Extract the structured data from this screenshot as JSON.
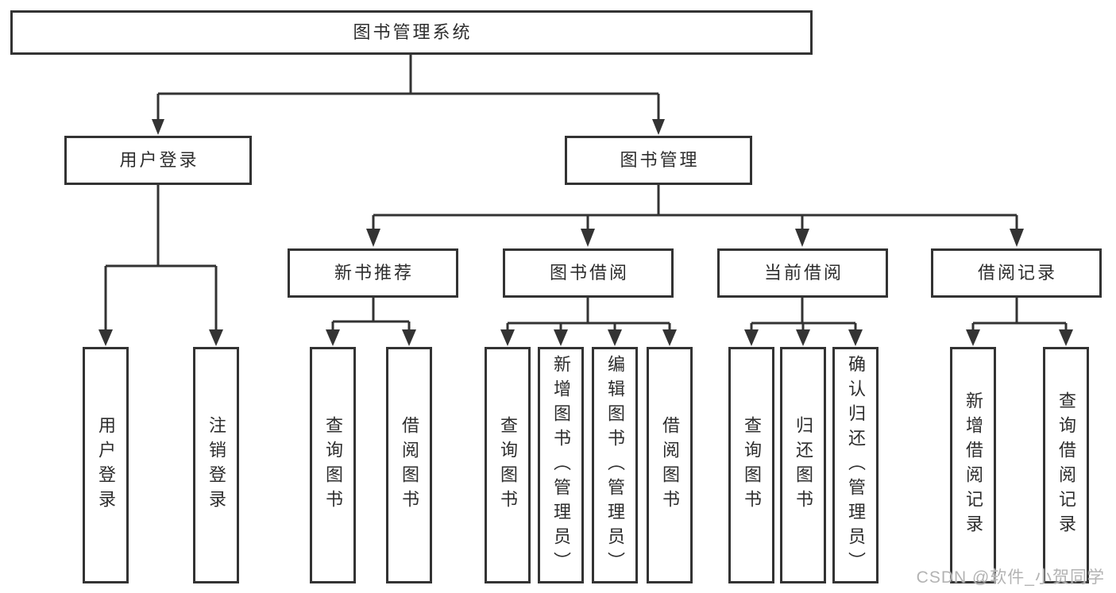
{
  "tree": {
    "label": "图书管理系统",
    "children": [
      {
        "label": "用户登录",
        "children": [
          {
            "label": "用户登录"
          },
          {
            "label": "注销登录"
          }
        ]
      },
      {
        "label": "图书管理",
        "children": [
          {
            "label": "新书推荐",
            "children": [
              {
                "label": "查询图书"
              },
              {
                "label": "借阅图书"
              }
            ]
          },
          {
            "label": "图书借阅",
            "children": [
              {
                "label": "查询图书"
              },
              {
                "label": "新增图书（管理员）"
              },
              {
                "label": "编辑图书（管理员）"
              },
              {
                "label": "借阅图书"
              }
            ]
          },
          {
            "label": "当前借阅",
            "children": [
              {
                "label": "查询图书"
              },
              {
                "label": "归还图书"
              },
              {
                "label": "确认归还（管理员）"
              }
            ]
          },
          {
            "label": "借阅记录",
            "children": [
              {
                "label": "新增借阅记录"
              },
              {
                "label": "查询借阅记录"
              }
            ]
          }
        ]
      }
    ]
  },
  "watermark": "CSDN @软件_小贺同学",
  "colors": {
    "line": "#333333",
    "text": "#2d2d2d",
    "watermark": "#b3b3b3",
    "background": "#ffffff"
  }
}
